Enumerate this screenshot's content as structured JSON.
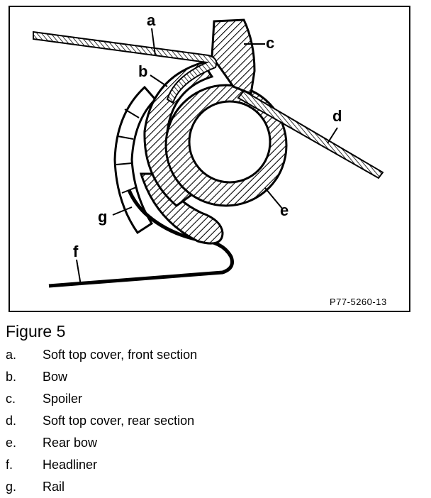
{
  "figure": {
    "title": "Figure 5",
    "part_number": "P77-5260-13",
    "callouts": [
      "a",
      "b",
      "c",
      "d",
      "e",
      "f",
      "g"
    ]
  },
  "legend": [
    {
      "letter": "a.",
      "text": "Soft top cover, front section"
    },
    {
      "letter": "b.",
      "text": "Bow"
    },
    {
      "letter": "c.",
      "text": "Spoiler"
    },
    {
      "letter": "d.",
      "text": "Soft top cover, rear section"
    },
    {
      "letter": "e.",
      "text": "Rear bow"
    },
    {
      "letter": "f.",
      "text": "Headliner"
    },
    {
      "letter": "g.",
      "text": "Rail"
    }
  ]
}
